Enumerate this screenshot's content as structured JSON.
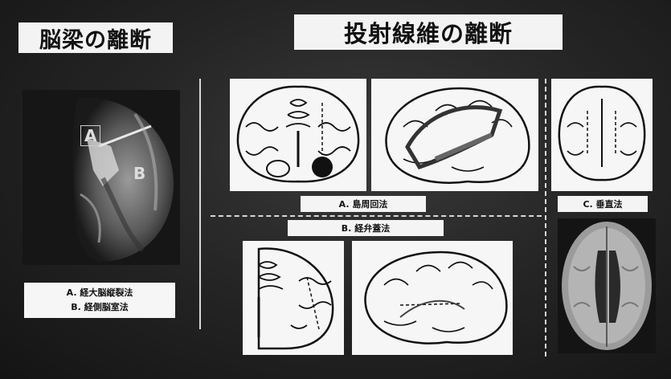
{
  "titles": {
    "left": "脳梁の離断",
    "right": "投射線維の離断"
  },
  "left_panel": {
    "mri_marker_a": "A",
    "mri_marker_b": "B",
    "legend": [
      "A. 経大脳縦裂法",
      "B. 経側脳室法"
    ]
  },
  "labels": {
    "a": "A. 島周回法",
    "b": "B. 経弁蓋法",
    "c": "C. 垂直法"
  },
  "colors": {
    "background": "#262626",
    "box": "#f4f4f4",
    "divider": "#d8d8d8"
  }
}
